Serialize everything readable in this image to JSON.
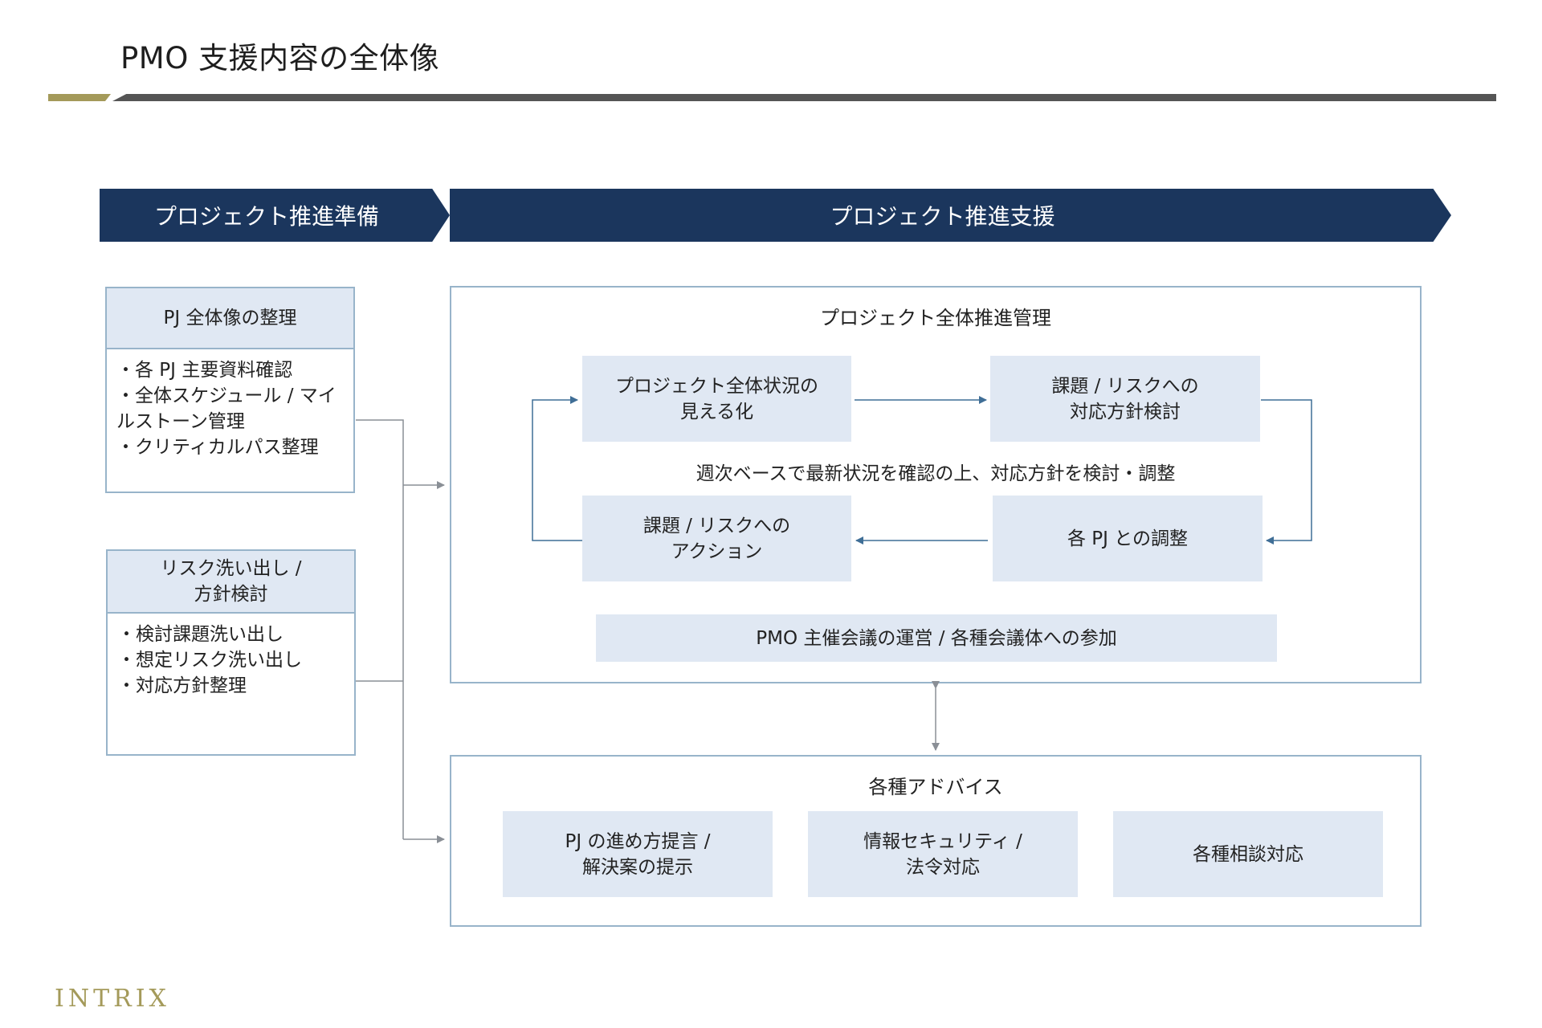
{
  "page": {
    "title": "PMO 支援内容の全体像"
  },
  "banners": {
    "prep": "プロジェクト推進準備",
    "support": "プロジェクト推進支援"
  },
  "left_panels": [
    {
      "title": "PJ 全体像の整理",
      "items": [
        "各 PJ 主要資料確認",
        "全体スケジュール / マイルストーン管理",
        "クリティカルパス整理"
      ]
    },
    {
      "title_line1": "リスク洗い出し /",
      "title_line2": "方針検討",
      "items": [
        "検討課題洗い出し",
        "想定リスク洗い出し",
        "対応方針整理"
      ]
    }
  ],
  "management": {
    "title": "プロジェクト全体推進管理",
    "box_visualize": {
      "line1": "プロジェクト全体状況の",
      "line2": "見える化"
    },
    "box_policy": {
      "line1": "課題 / リスクへの",
      "line2": "対応方針検討"
    },
    "cycle_caption": "週次ベースで最新状況を確認の上、対応方針を検討・調整",
    "box_action": {
      "line1": "課題 / リスクへの",
      "line2": "アクション"
    },
    "box_coordination": "各 PJ との調整",
    "box_meetings": "PMO 主催会議の運営 / 各種会議体への参加"
  },
  "advice": {
    "title": "各種アドバイス",
    "boxes": [
      {
        "line1": "PJ の進め方提言 /",
        "line2": "解決案の提示"
      },
      {
        "line1": "情報セキュリティ /",
        "line2": "法令対応"
      },
      {
        "line1": "各種相談対応",
        "line2": ""
      }
    ]
  },
  "footer": {
    "logo": "INTRIX"
  },
  "colors": {
    "banner": "#1b365d",
    "box_fill": "#e0e8f3",
    "panel_border": "#98b4ca",
    "accent_gold": "#a49a5a",
    "rule_gray": "#555555",
    "arrow_blue": "#3f6e96",
    "connector_gray": "#8a8f96"
  }
}
